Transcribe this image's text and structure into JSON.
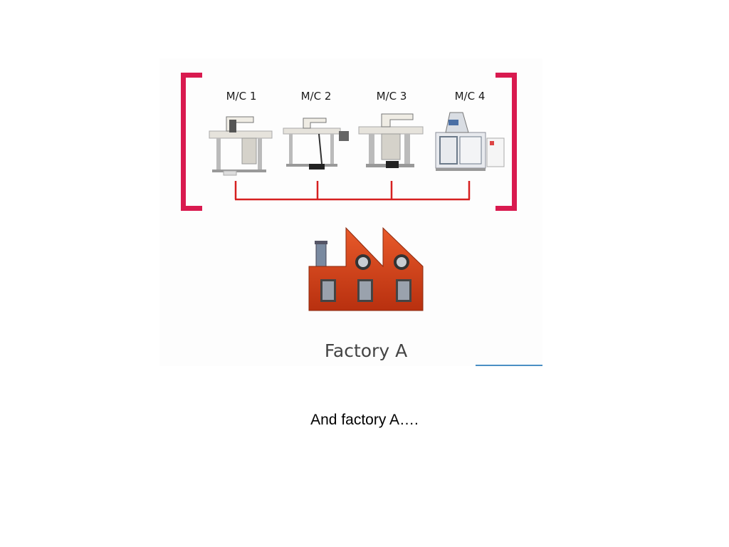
{
  "diagram": {
    "machines": [
      {
        "label": "M/C 1",
        "icon": "sewing-machine-icon"
      },
      {
        "label": "M/C 2",
        "icon": "sewing-machine-icon"
      },
      {
        "label": "M/C 3",
        "icon": "sewing-machine-icon"
      },
      {
        "label": "M/C 4",
        "icon": "automated-machine-icon"
      }
    ],
    "factory": {
      "label": "Factory A",
      "icon": "factory-icon"
    },
    "colors": {
      "bracket": "#d91a4f",
      "connector": "#d62020",
      "factory_body": "#d8401c"
    }
  },
  "caption": "And factory A…."
}
